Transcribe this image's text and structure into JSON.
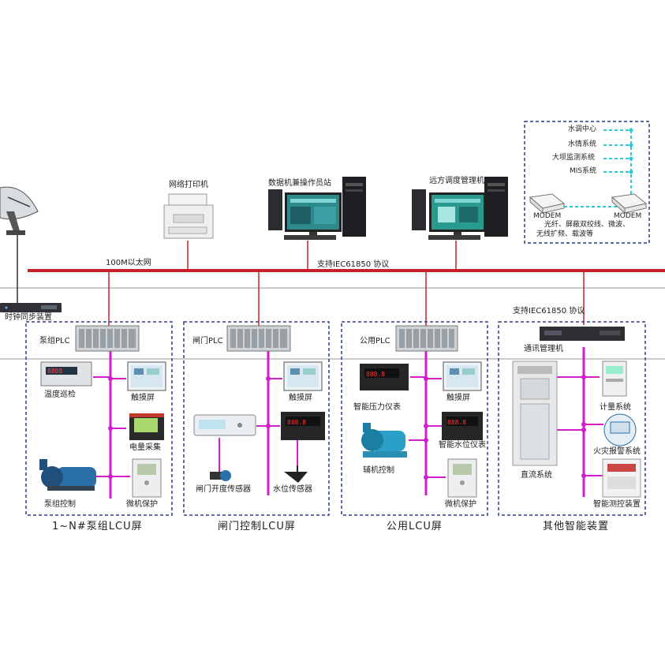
{
  "network": {
    "ethernet_label": "100M以太网",
    "iec_label_top": "支持IEC61850 协议",
    "iec_label_mid": "支持IEC61850 协议"
  },
  "devices": {
    "printer": "网络打印机",
    "data_server": "数据机兼操作员站",
    "remote_station": "远方调度管理机",
    "clock_sync": "时钟同步装置",
    "comm_manager": "通讯管理机"
  },
  "remote_panel": {
    "items": [
      "水调中心",
      "水情系统",
      "大坝监测系统",
      "MIS系统"
    ],
    "modem_left": "MODEM",
    "modem_right": "MODEM",
    "links_line1": "光纤、屏蔽双绞线、微波、",
    "links_line2": "无线扩频、载波等",
    "link_color": "#2ec9d6"
  },
  "boxes": {
    "pump": {
      "title": "1~N#泵组LCU屏",
      "plc": "泵组PLC",
      "touch": "触摸屏",
      "temp": "温度巡检",
      "elec": "电量采集",
      "pump_ctrl": "泵组控制",
      "protect": "微机保护"
    },
    "gate": {
      "title": "闸门控制LCU屏",
      "plc": "闸门PLC",
      "touch": "触摸屏",
      "open_sensor": "闸门开度传感器",
      "level_sensor": "水位传感器"
    },
    "public": {
      "title": "公用LCU屏",
      "plc": "公用PLC",
      "touch": "触摸屏",
      "pressure": "智能压力仪表",
      "level_meter": "智能水位仪表",
      "pump_ctrl": "辅机控制",
      "protect": "微机保护"
    },
    "other": {
      "title": "其他智能装置",
      "metering": "计量系统",
      "fire": "火灾报警系统",
      "dc": "直流系统",
      "measure": "智能测控装置"
    }
  },
  "colors": {
    "ethernet_bus": "#c8202a",
    "field_bus": "#d21ec8",
    "box_border": "#2a3d8f"
  }
}
